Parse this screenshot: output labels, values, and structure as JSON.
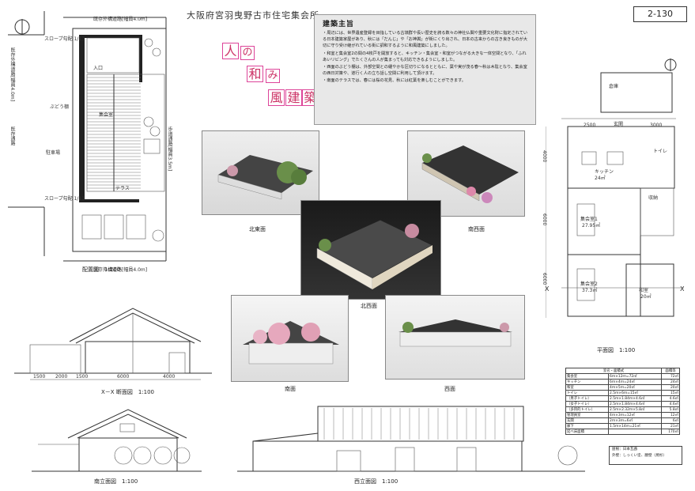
{
  "sheet": {
    "number": "2-130",
    "title": "大阪府宮羽曳野古市住宅集会所"
  },
  "catchphrase": [
    "人",
    "の",
    "和",
    "み",
    "風",
    "建",
    "築"
  ],
  "concept": {
    "heading": "建築主旨",
    "paragraphs": [
      "・周辺には、世界遺産登録を目指している古墳群や長い歴史を誇る数々の神社仏閣や重要文化財に指定されている日本建築家屋があり、秋には「だんじ」や「お神輿」が街にくり出され、日本の古来からの古き良きものが大切に守り受け継がれている街に調和するように和風建築にしました。",
      "・和室と集会室2の間の4枚戸を開放すると、キッチン・集会室・和室がつながる大きな一体空間となり、「ふれあいリビング」でたくさんの人が集まっても対応できるようにしました。",
      "・西面のぶどう棚は、外部空間との緩やかな区切りになるとともに、葉や実が茂る春〜秋は木陰となり、集会室の西日対策や、道行く人の立ち話し空間に利用して頂けます。",
      "・南面のテラスでは、春には桜の花見、秋には紅葉を楽しむことができます。"
    ]
  },
  "site_plan": {
    "caption": "配置図　1:200",
    "labels": {
      "road_top": "既存外構道路[幅員4.0m]",
      "road_bottom": "既存外構道路[幅員4.0m]",
      "road_left": "既存外構道路[幅員4.0m]",
      "road_left2": "既存通路",
      "road_right": "歩道通路[幅員3.5m]",
      "slope_top": "スロープ勾配 1/13",
      "slope_bottom": "スロープ勾配 1/13",
      "terrace": "テラス",
      "entrance": "入口",
      "parking": "駐車場",
      "hall": "集会室",
      "grape": "ぶどう棚"
    }
  },
  "photos": {
    "north": "北東面",
    "south_east": "南西面",
    "north_west": "北西面",
    "south": "南面",
    "west": "西面"
  },
  "section": {
    "caption": "X－X 断面図　1:100",
    "dims": [
      "1500",
      "2000",
      "1500",
      "6000",
      "4000"
    ]
  },
  "elevations": {
    "south": "南立面図　1:100",
    "west": "西立面図　1:100"
  },
  "floor_plan": {
    "caption": "平面図　1:100",
    "marker": "X",
    "rooms": [
      {
        "name": "倉庫"
      },
      {
        "name": "キッチン"
      },
      {
        "name": "集会室1"
      },
      {
        "name": "集会室2"
      },
      {
        "name": "和室"
      },
      {
        "name": "玄関"
      },
      {
        "name": "トイレ"
      },
      {
        "name": "収納"
      }
    ],
    "areas": [
      "27.95㎡",
      "37.3㎡",
      "20㎡",
      "24㎡"
    ],
    "dims_top": [
      "2500",
      "3000"
    ],
    "dims_side": [
      "4000",
      "6000",
      "6000"
    ]
  },
  "area_table": {
    "header": [
      "室名・面積式",
      "",
      "面積等"
    ],
    "rows": [
      [
        "集会室",
        "6ｍ×12ｍ=72㎡",
        "72㎡"
      ],
      [
        "キッチン",
        "6ｍ×4ｍ=24㎡",
        "24㎡"
      ],
      [
        "和室",
        "4ｍ×5ｍ=20㎡",
        "20㎡"
      ],
      [
        "トイレ",
        "2.5ｍ×6ｍ=15㎡",
        "15㎡"
      ],
      [
        "（男子トイレ）",
        "2.5ｍ×1.84ｍ×4.6㎡",
        "4.6㎡"
      ],
      [
        "（女子トイレ）",
        "2.5ｍ×1.84ｍ×4.6㎡",
        "4.6㎡"
      ],
      [
        "（多目的トイレ）",
        "2.5ｍ×2.32ｍ×5.8㎡",
        "5.8㎡"
      ],
      [
        "管理員室",
        "4ｍ×3ｍ=12㎡",
        "12㎡"
      ],
      [
        "玄関",
        "2ｍ×3ｍ=6㎡",
        "6㎡"
      ],
      [
        "廊下",
        "1.5ｍ×14ｍ=21㎡",
        "21㎡"
      ],
      [
        "延べ床面積",
        "",
        "170㎡"
      ]
    ]
  },
  "spec_note": {
    "line1": "屋根：日本瓦葺",
    "line2": "外壁：しっくい塗、腰壁（焼杉）"
  },
  "colors": {
    "pink": "#cc3366",
    "concept_bg": "#e8e8e8"
  }
}
